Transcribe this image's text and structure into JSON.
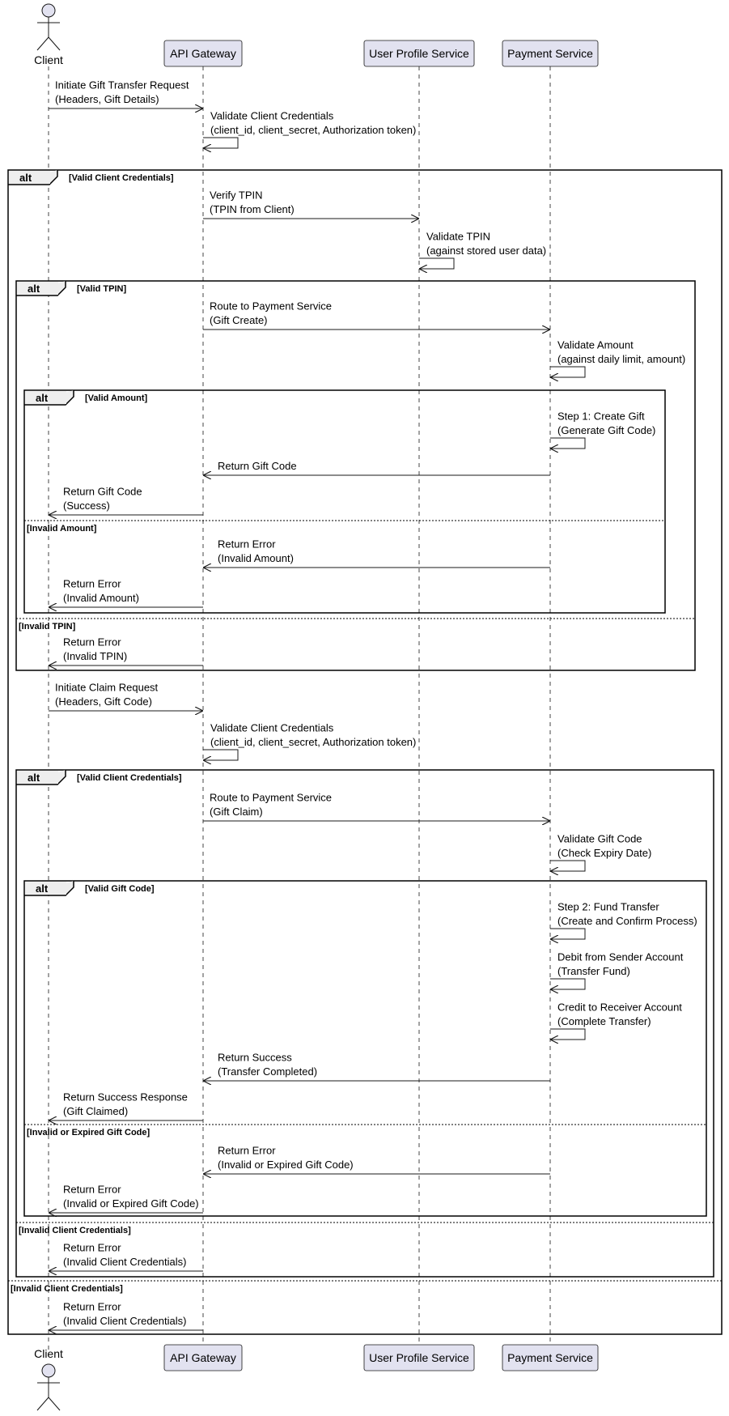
{
  "participants": [
    {
      "id": "client",
      "name": "Client",
      "kind": "actor"
    },
    {
      "id": "gateway",
      "name": "API Gateway",
      "kind": "box"
    },
    {
      "id": "profile",
      "name": "User Profile Service",
      "kind": "box"
    },
    {
      "id": "payment",
      "name": "Payment Service",
      "kind": "box"
    }
  ],
  "fragments": [
    {
      "keyword": "alt",
      "guard": "[Valid Client Credentials]",
      "else_guards": [
        "[Invalid Client Credentials]"
      ]
    },
    {
      "keyword": "alt",
      "guard": "[Valid TPIN]",
      "else_guards": [
        "[Invalid TPIN]"
      ]
    },
    {
      "keyword": "alt",
      "guard": "[Valid Amount]",
      "else_guards": [
        "[Invalid Amount]"
      ]
    },
    {
      "keyword": "alt",
      "guard": "[Valid Client Credentials]",
      "else_guards": [
        "[Invalid Client Credentials]"
      ]
    },
    {
      "keyword": "alt",
      "guard": "[Valid Gift Code]",
      "else_guards": [
        "[Invalid or Expired Gift Code]"
      ]
    }
  ],
  "messages": [
    {
      "from": "client",
      "to": "gateway",
      "lines": [
        "Initiate Gift Transfer Request",
        "(Headers, Gift Details)"
      ]
    },
    {
      "from": "gateway",
      "to": "gateway",
      "lines": [
        "Validate Client Credentials",
        "(client_id, client_secret, Authorization token)"
      ]
    },
    {
      "from": "gateway",
      "to": "profile",
      "lines": [
        "Verify TPIN",
        "(TPIN from Client)"
      ]
    },
    {
      "from": "profile",
      "to": "profile",
      "lines": [
        "Validate TPIN",
        "(against stored user data)"
      ]
    },
    {
      "from": "gateway",
      "to": "payment",
      "lines": [
        "Route to Payment Service",
        "(Gift Create)"
      ]
    },
    {
      "from": "payment",
      "to": "payment",
      "lines": [
        "Validate Amount",
        "(against daily limit, amount)"
      ]
    },
    {
      "from": "payment",
      "to": "payment",
      "lines": [
        "Step 1: Create Gift",
        "(Generate Gift Code)"
      ]
    },
    {
      "from": "payment",
      "to": "gateway",
      "lines": [
        "Return Gift Code"
      ]
    },
    {
      "from": "gateway",
      "to": "client",
      "lines": [
        "Return Gift Code",
        "(Success)"
      ]
    },
    {
      "from": "payment",
      "to": "gateway",
      "lines": [
        "Return Error",
        "(Invalid Amount)"
      ]
    },
    {
      "from": "gateway",
      "to": "client",
      "lines": [
        "Return Error",
        "(Invalid Amount)"
      ]
    },
    {
      "from": "gateway",
      "to": "client",
      "lines": [
        "Return Error",
        "(Invalid TPIN)"
      ]
    },
    {
      "from": "client",
      "to": "gateway",
      "lines": [
        "Initiate Claim Request",
        "(Headers, Gift Code)"
      ]
    },
    {
      "from": "gateway",
      "to": "gateway",
      "lines": [
        "Validate Client Credentials",
        "(client_id, client_secret, Authorization token)"
      ]
    },
    {
      "from": "gateway",
      "to": "payment",
      "lines": [
        "Route to Payment Service",
        "(Gift Claim)"
      ]
    },
    {
      "from": "payment",
      "to": "payment",
      "lines": [
        "Validate Gift Code",
        "(Check Expiry Date)"
      ]
    },
    {
      "from": "payment",
      "to": "payment",
      "lines": [
        "Step 2: Fund Transfer",
        "(Create and Confirm Process)"
      ]
    },
    {
      "from": "payment",
      "to": "payment",
      "lines": [
        "Debit from Sender Account",
        "(Transfer Fund)"
      ]
    },
    {
      "from": "payment",
      "to": "payment",
      "lines": [
        "Credit to Receiver Account",
        "(Complete Transfer)"
      ]
    },
    {
      "from": "payment",
      "to": "gateway",
      "lines": [
        "Return Success",
        "(Transfer Completed)"
      ]
    },
    {
      "from": "gateway",
      "to": "client",
      "lines": [
        "Return Success Response",
        "(Gift Claimed)"
      ]
    },
    {
      "from": "payment",
      "to": "gateway",
      "lines": [
        "Return Error",
        "(Invalid or Expired Gift Code)"
      ]
    },
    {
      "from": "gateway",
      "to": "client",
      "lines": [
        "Return Error",
        "(Invalid or Expired Gift Code)"
      ]
    },
    {
      "from": "gateway",
      "to": "client",
      "lines": [
        "Return Error",
        "(Invalid Client Credentials)"
      ]
    },
    {
      "from": "gateway",
      "to": "client",
      "lines": [
        "Return Error",
        "(Invalid Client Credentials)"
      ]
    }
  ]
}
